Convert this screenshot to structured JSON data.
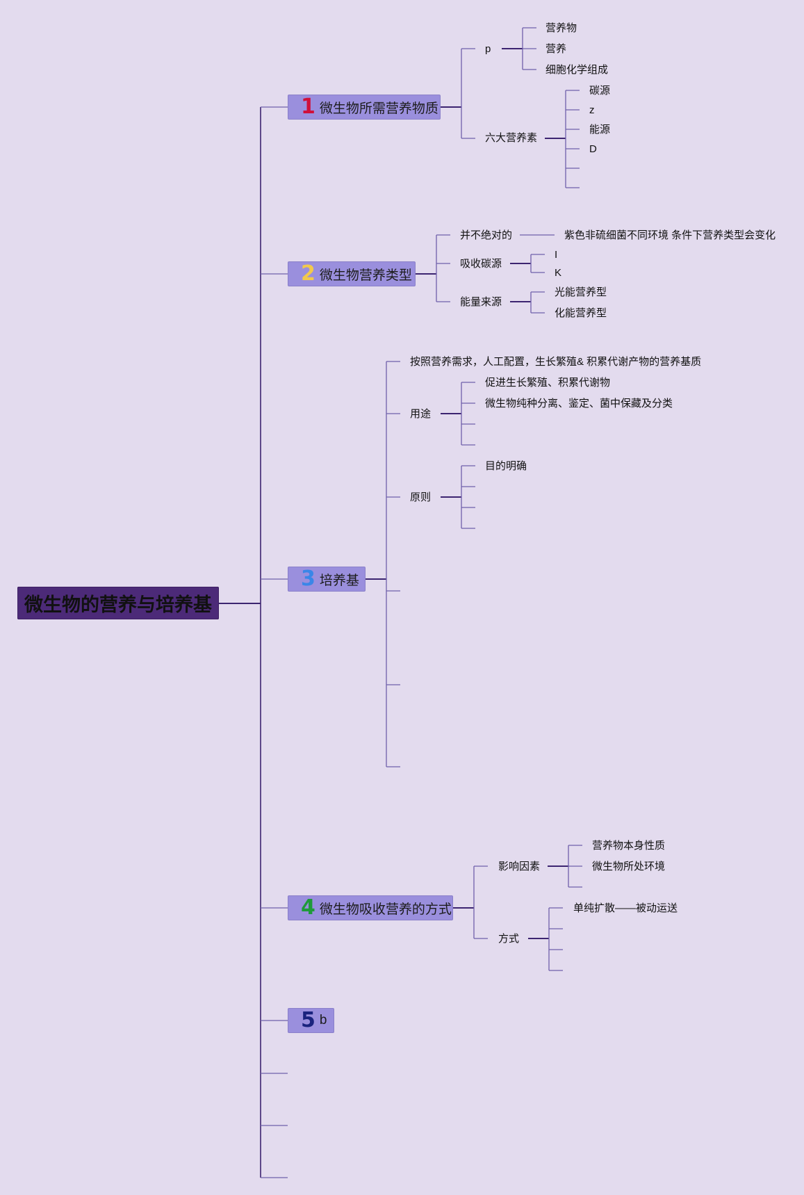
{
  "root": "微生物的营养与培养基",
  "topics": [
    {
      "num": "1",
      "num_color": "#d0103a",
      "label": "微生物所需营养物质"
    },
    {
      "num": "2",
      "num_color": "#f2c94c",
      "label": "微生物营养类型"
    },
    {
      "num": "3",
      "num_color": "#3a86e8",
      "label": "培养基"
    },
    {
      "num": "4",
      "num_color": "#1f9a3a",
      "label": "微生物吸收营养的方式"
    },
    {
      "num": "5",
      "num_color": "#1a237e",
      "label": "b"
    }
  ],
  "t1": {
    "p": "p",
    "p_children": [
      "营养物",
      "营养",
      "细胞化学组成"
    ],
    "six": "六大营养素",
    "six_children": [
      "碳源",
      "z",
      "能源",
      "D"
    ]
  },
  "t2": {
    "a": "并不绝对的",
    "a_child": "紫色非硫细菌不同环境 条件下营养类型会变化",
    "b": "吸收碳源",
    "b_children": [
      "I",
      "K"
    ],
    "c": "能量来源",
    "c_children": [
      "光能营养型",
      "化能营养型"
    ]
  },
  "t3": {
    "def": "按照营养需求，人工配置，生长繁殖& 积累代谢产物的营养基质",
    "use": "用途",
    "use_children": [
      "促进生长繁殖、积累代谢物",
      "微生物纯种分离、鉴定、菌中保藏及分类"
    ],
    "rule": "原则",
    "rule_children": [
      "目的明确"
    ]
  },
  "t4": {
    "factor": "影响因素",
    "factor_children": [
      "营养物本身性质",
      "微生物所处环境"
    ],
    "way": "方式",
    "way_children": [
      "单纯扩散——被动运送"
    ]
  }
}
